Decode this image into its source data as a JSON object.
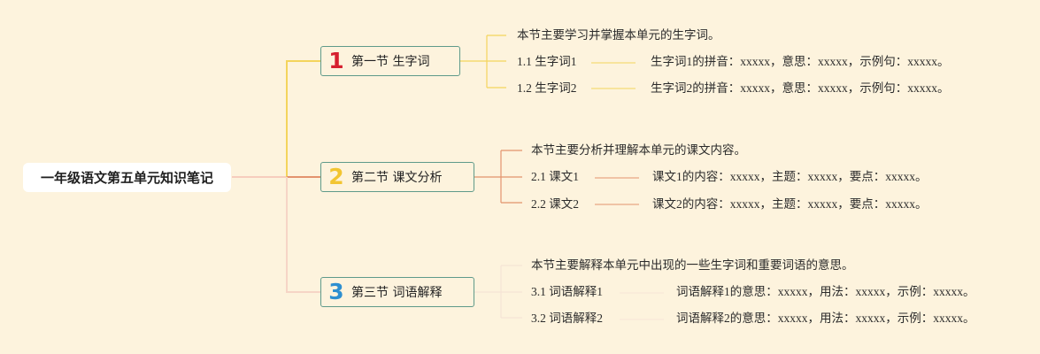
{
  "title": "一年级语文第五单元知识笔记",
  "sections": [
    {
      "num": "1",
      "label": "第一节 生字词",
      "color": "#f4d45c",
      "num_color": "#d6202f",
      "summary": "本节主要学习并掌握本单元的生字词。",
      "items": [
        {
          "label": "1.1 生字词1",
          "detail": "生字词1的拼音：xxxxx，意思：xxxxx，示例句：xxxxx。"
        },
        {
          "label": "1.2 生字词2",
          "detail": "生字词2的拼音：xxxxx，意思：xxxxx，示例句：xxxxx。"
        }
      ]
    },
    {
      "num": "2",
      "label": "第二节 课文分析",
      "color": "#e3936d",
      "num_color": "#f2c531",
      "summary": "本节主要分析并理解本单元的课文内容。",
      "items": [
        {
          "label": "2.1 课文1",
          "detail": "课文1的内容：xxxxx，主题：xxxxx，要点：xxxxx。"
        },
        {
          "label": "2.2 课文2",
          "detail": "课文2的内容：xxxxx，主题：xxxxx，要点：xxxxx。"
        }
      ]
    },
    {
      "num": "3",
      "label": "第三节 词语解释",
      "color": "#f6dcc8",
      "num_color": "#2e8fd0",
      "summary": "本节主要解释本单元中出现的一些生字词和重要词语的意思。",
      "items": [
        {
          "label": "3.1 词语解释1",
          "detail": "词语解释1的意思：xxxxx，用法：xxxxx，示例：xxxxx。"
        },
        {
          "label": "3.2 词语解释2",
          "detail": "词语解释2的意思：xxxxx，用法：xxxxx，示例：xxxxx。"
        }
      ]
    }
  ]
}
